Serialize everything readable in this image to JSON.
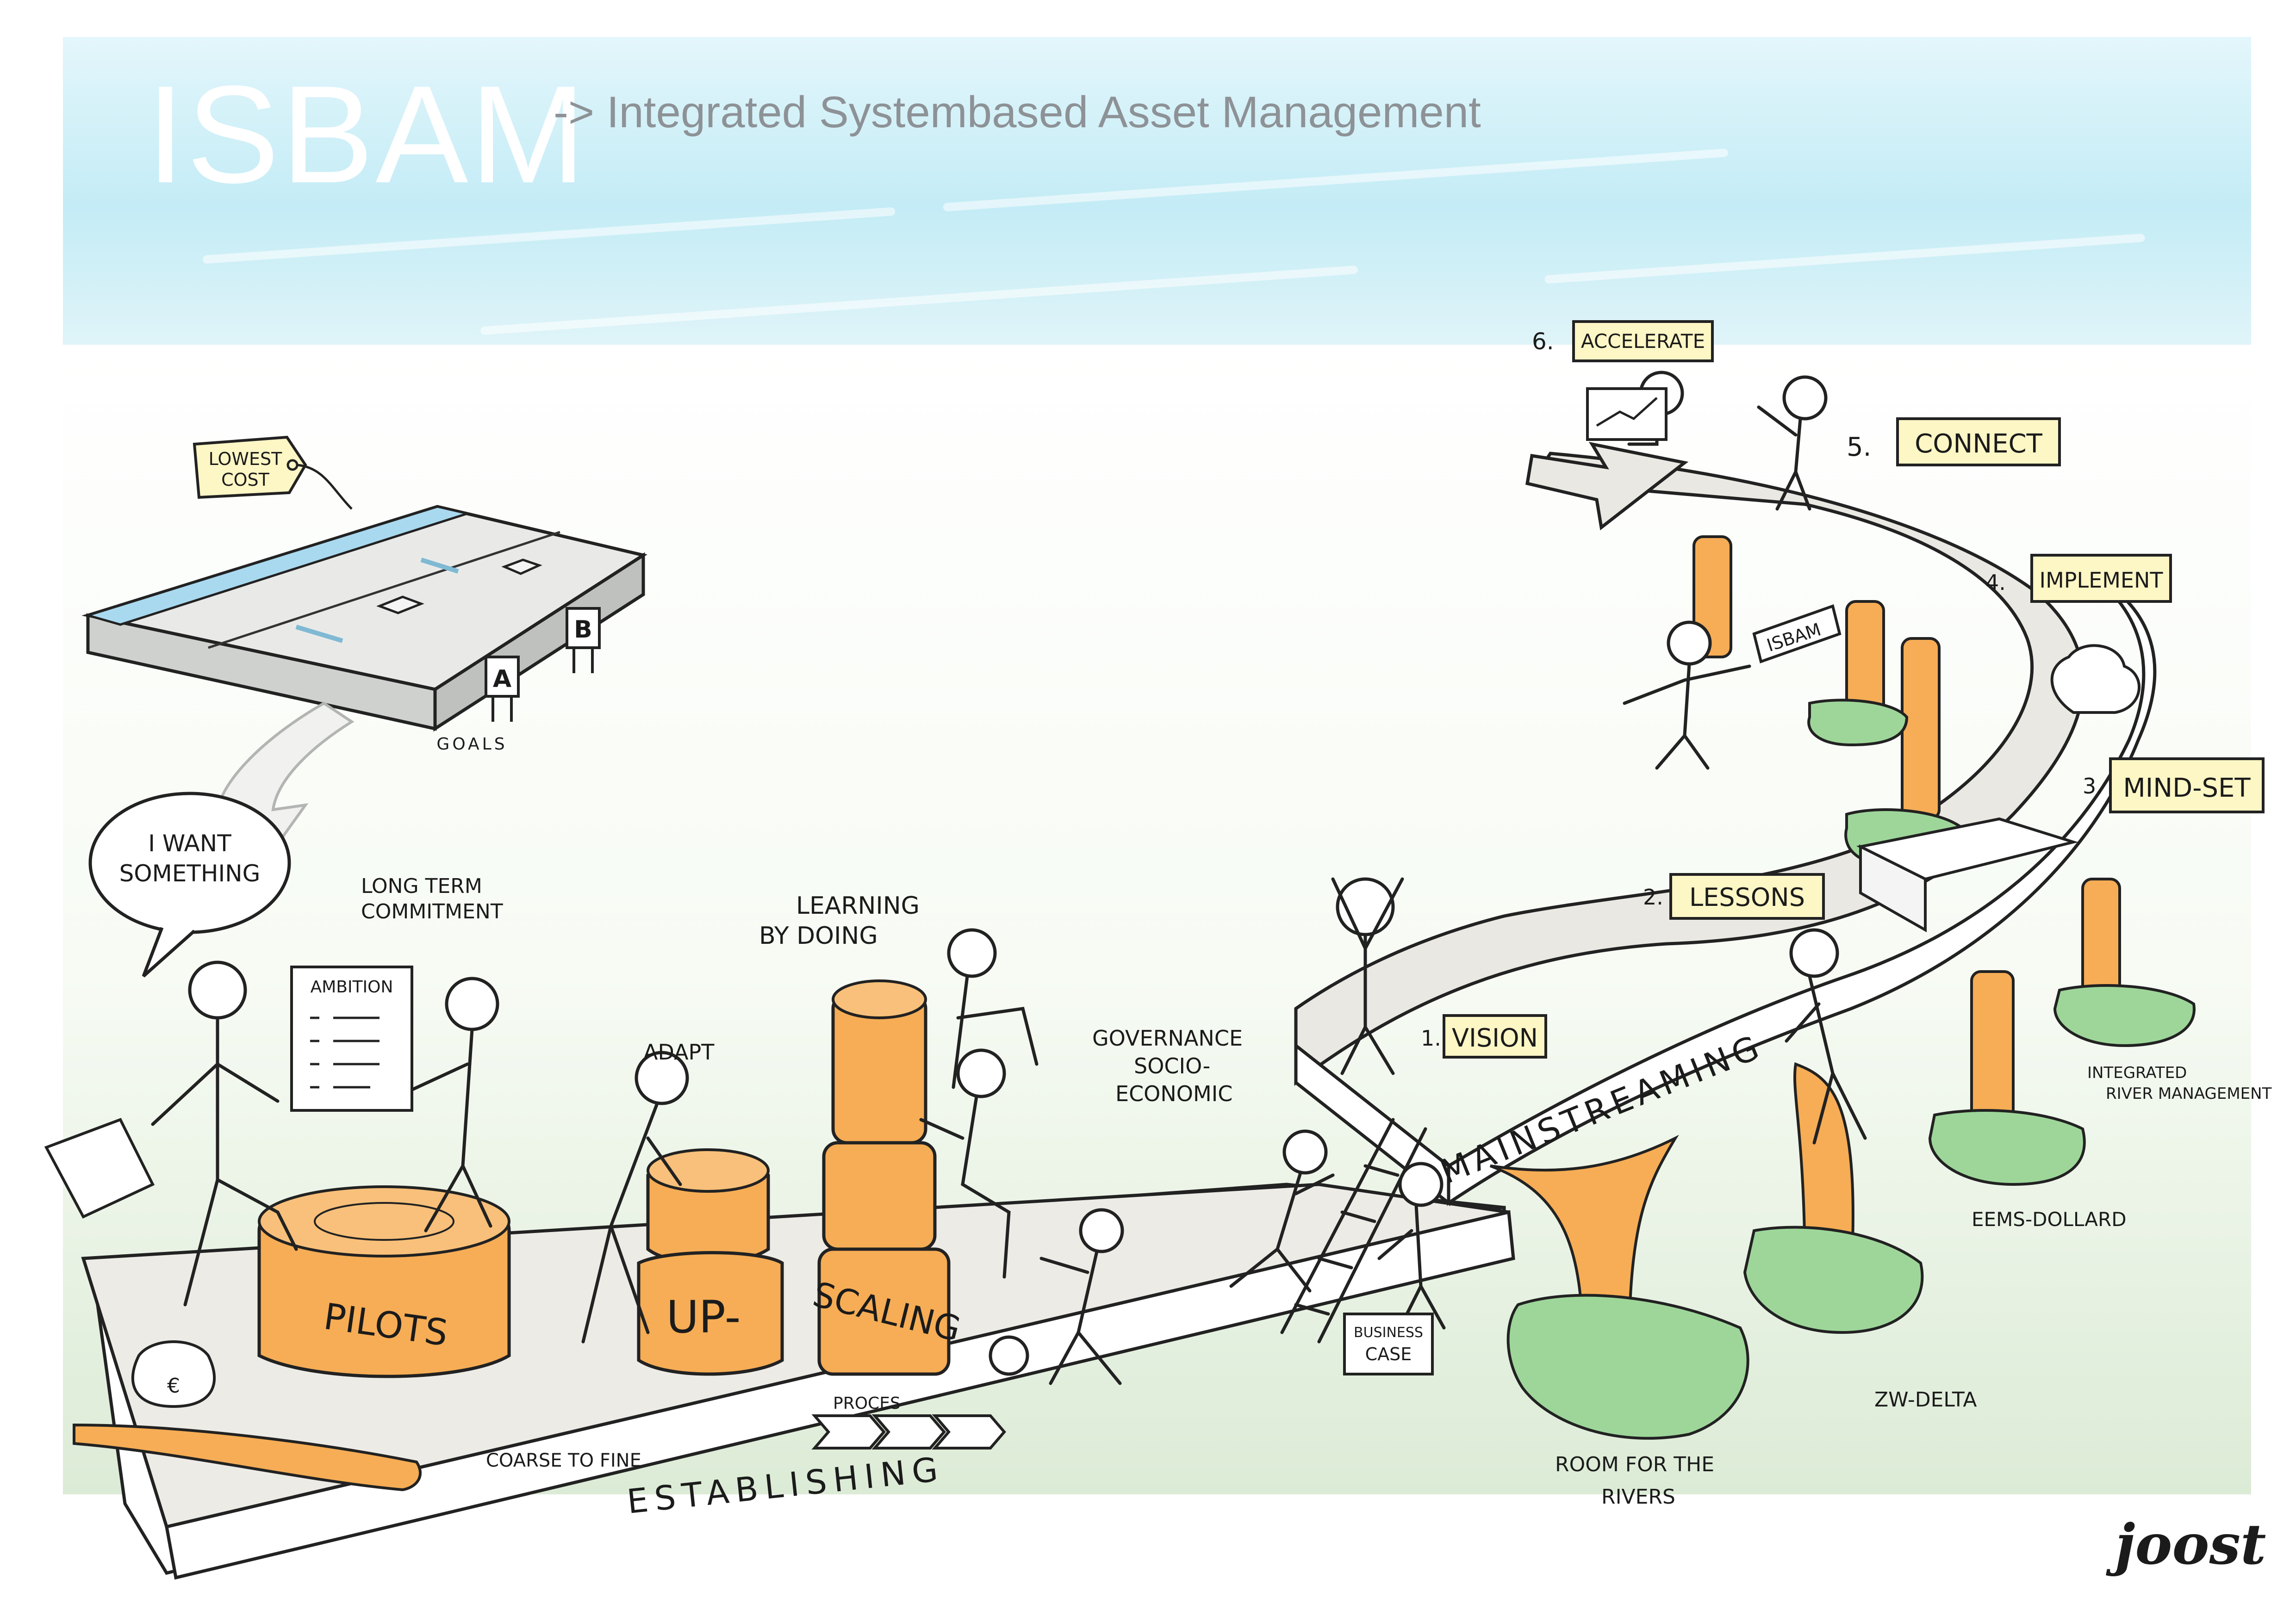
{
  "header": {
    "title": "ISBAM",
    "subtitle": "-> Integrated Systembased Asset Management"
  },
  "goals_block": {
    "tag": [
      "LOWEST",
      "COST"
    ],
    "sign_a": "A",
    "sign_b": "B",
    "caption": "GOALS"
  },
  "speech_bubble": [
    "I WANT",
    "SOMETHING"
  ],
  "labels": {
    "long_term": [
      "LONG TERM",
      "COMMITMENT"
    ],
    "ambition": "AMBITION",
    "learning": [
      "LEARNING",
      "BY DOING"
    ],
    "adapt": "ADAPT",
    "governance": [
      "GOVERNANCE",
      "SOCIO-",
      "ECONOMIC"
    ],
    "pilots": "PILOTS",
    "up": "UP-",
    "scaling": "SCALING",
    "coarse": "COARSE TO FINE",
    "proces": "PROCES",
    "establishing": "ESTABLISHING",
    "business_case": [
      "BUSINESS",
      "CASE"
    ],
    "mainstreaming": "MAINSTREAMING",
    "isbam_sign": "ISBAM",
    "room": [
      "ROOM FOR THE",
      "RIVERS"
    ],
    "zw_delta": "ZW-DELTA",
    "eems": "EEMS-DOLLARD",
    "integrated": [
      "INTEGRATED",
      "RIVER MANAGEMENT"
    ],
    "signature": "joost"
  },
  "steps": [
    {
      "num": "1.",
      "label": "VISION"
    },
    {
      "num": "2.",
      "label": "LESSONS"
    },
    {
      "num": "3.",
      "label": "MIND-SET"
    },
    {
      "num": "4.",
      "label": "IMPLEMENT"
    },
    {
      "num": "5.",
      "label": "CONNECT"
    },
    {
      "num": "6.",
      "label": "ACCELERATE"
    }
  ],
  "colors": {
    "orange": "#f6ad55",
    "platform": "#ecebe6",
    "island": "#9ed69a",
    "tag": "#fdf6c5",
    "ink": "#1b1b1b"
  }
}
